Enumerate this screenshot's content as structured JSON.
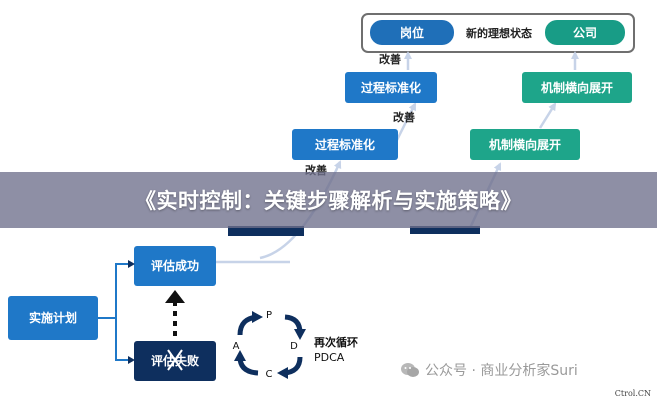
{
  "diagram": {
    "goal": {
      "post_label": "岗位",
      "state_label": "新的理想状态",
      "company_label": "公司"
    },
    "improve_label": "改善",
    "process_standardization": "过程标准化",
    "mechanism_rollout": "机制横向展开",
    "evaluate_success": "评估成功",
    "evaluate_failure": "评估失败",
    "implementation_plan": "实施计划",
    "pdca": {
      "p": "P",
      "d": "D",
      "c": "C",
      "a": "A",
      "caption_line1": "再次循环",
      "caption_line2": "PDCA"
    }
  },
  "banner": {
    "title": "《实时控制：关键步骤解析与实施策略》"
  },
  "watermark": {
    "text": "公众号 · 商业分析家Suri"
  },
  "corner_mark": "Ctrol.CN",
  "colors": {
    "blue_box": "#1f78c8",
    "dark_box": "#0e2f5e",
    "teal_box": "#1ea58a",
    "goal_post_box": "#1f6fb8",
    "goal_company_box": "#189c86",
    "arrow_gray": "#c7d3e8",
    "banner": "#6e708c"
  }
}
